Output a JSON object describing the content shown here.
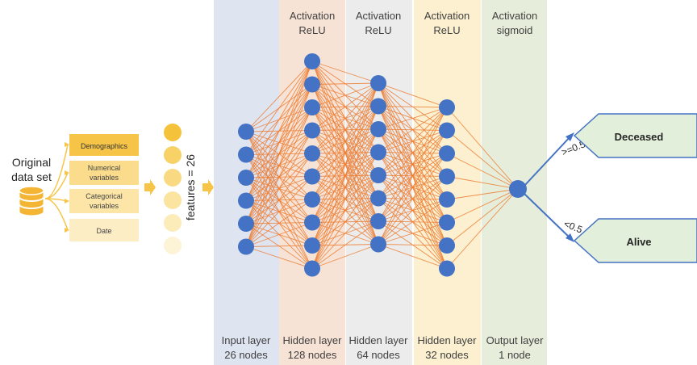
{
  "source": {
    "label_line1": "Original",
    "label_line2": "data set",
    "database_icon": "database-icon"
  },
  "categories": [
    {
      "line1": "Demographics",
      "line2": "",
      "color": "#f6c447"
    },
    {
      "line1": "Numerical",
      "line2": "variables",
      "color": "#fadc8c"
    },
    {
      "line1": "Categorical",
      "line2": "variables",
      "color": "#fce5a6"
    },
    {
      "line1": "Date",
      "line2": "",
      "color": "#fdedc5"
    }
  ],
  "features_label": "features = 26",
  "feature_colors": [
    "#f5c33b",
    "#f8d267",
    "#f9da82",
    "#fbe49f",
    "#fcecba",
    "#fdf3d6"
  ],
  "layers": [
    {
      "activation_title": "",
      "activation_fn": "",
      "name": "Input layer",
      "size": "26 nodes",
      "band_color": "#dfe4f1",
      "visible_nodes": 6
    },
    {
      "activation_title": "Activation",
      "activation_fn": "ReLU",
      "name": "Hidden layer",
      "size": "128 nodes",
      "band_color": "#f7e3d6",
      "visible_nodes": 10
    },
    {
      "activation_title": "Activation",
      "activation_fn": "ReLU",
      "name": "Hidden layer",
      "size": "64 nodes",
      "band_color": "#ececec",
      "visible_nodes": 8
    },
    {
      "activation_title": "Activation",
      "activation_fn": "ReLU",
      "name": "Hidden layer",
      "size": "32 nodes",
      "band_color": "#fcf0d0",
      "visible_nodes": 8
    },
    {
      "activation_title": "Activation",
      "activation_fn": "sigmoid",
      "name": "Output layer",
      "size": "1 node",
      "band_color": "#e6eedb",
      "visible_nodes": 1
    }
  ],
  "outputs": [
    {
      "label": "Deceased",
      "threshold": ">=0.5"
    },
    {
      "label": "Alive",
      "threshold": "<0.5"
    }
  ],
  "colors": {
    "node": "#4472c4",
    "edge": "#ed7d31",
    "output_arrow": "#4472c4",
    "decision_fill": "#e2efda",
    "decision_stroke": "#4472c4",
    "flow_arrow": "#f6c447",
    "text": "#404040"
  }
}
